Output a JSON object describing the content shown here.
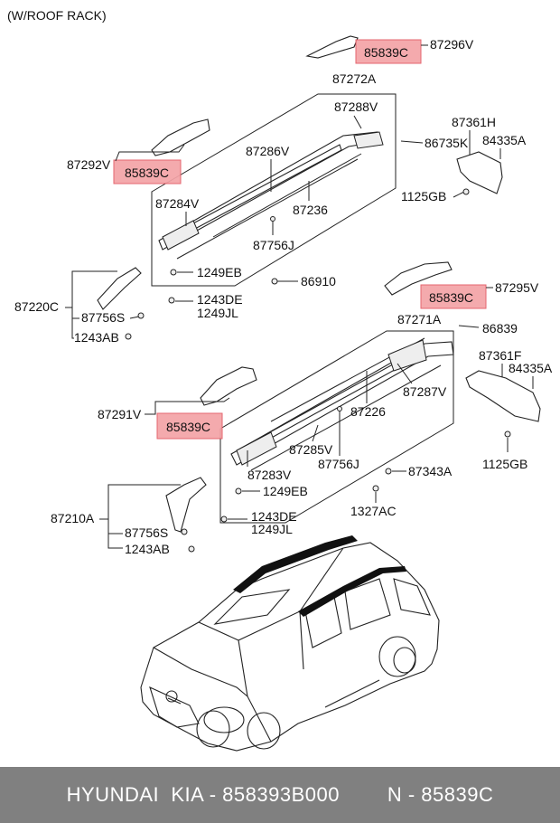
{
  "header": {
    "note": "(W/ROOF RACK)"
  },
  "labels": {
    "l87296V": "87296V",
    "l85839C_a": "85839C",
    "l87272A": "87272A",
    "l87288V": "87288V",
    "l87361H": "87361H",
    "l86735K": "86735K",
    "l84335A_a": "84335A",
    "l87292V": "87292V",
    "l85839C_b": "85839C",
    "l87286V": "87286V",
    "l1125GB_a": "1125GB",
    "l87284V": "87284V",
    "l87236": "87236",
    "l87756J_a": "87756J",
    "l1249EB_a": "1249EB",
    "l86910": "86910",
    "l87220C": "87220C",
    "l87756S_a": "87756S",
    "l1243AB_a": "1243AB",
    "l1243DE_a": "1243DE",
    "l1249JL_a": "1249JL",
    "l85839C_c": "85839C",
    "l87295V": "87295V",
    "l87271A": "87271A",
    "l86839": "86839",
    "l87361F": "87361F",
    "l84335A_b": "84335A",
    "l87291V": "87291V",
    "l85839C_d": "85839C",
    "l87226": "87226",
    "l87287V": "87287V",
    "l87285V": "87285V",
    "l87756J_b": "87756J",
    "l1125GB_b": "1125GB",
    "l87283V": "87283V",
    "l87343A": "87343A",
    "l1249EB_b": "1249EB",
    "l87210A": "87210A",
    "l1327AC": "1327AC",
    "l1243DE_b": "1243DE",
    "l1249JL_b": "1249JL",
    "l87756S_b": "87756S",
    "l1243AB_b": "1243AB"
  },
  "footer": {
    "brand": "HYUNDAI  KIA - 858393B000",
    "code": "N - 85839C"
  },
  "colors": {
    "highlight": "#f4a3a7",
    "footer_bg": "#808080"
  }
}
